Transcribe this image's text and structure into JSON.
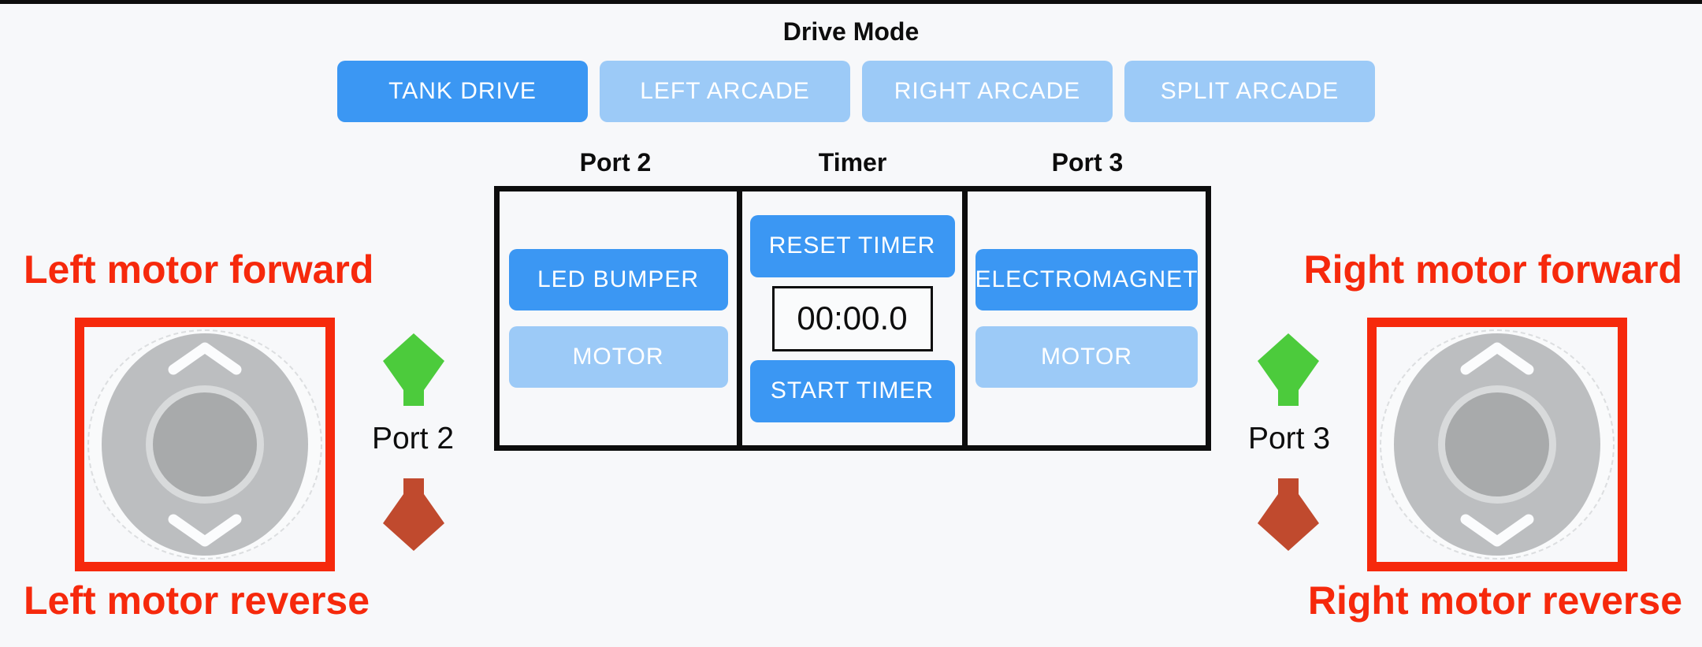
{
  "drive_mode": {
    "title": "Drive Mode",
    "buttons": [
      {
        "label": "TANK DRIVE",
        "active": true
      },
      {
        "label": "LEFT ARCADE",
        "active": false
      },
      {
        "label": "RIGHT ARCADE",
        "active": false
      },
      {
        "label": "SPLIT ARCADE",
        "active": false
      }
    ]
  },
  "panel": {
    "columns": [
      {
        "header": "Port 2",
        "buttons": [
          {
            "label": "LED BUMPER",
            "active": true
          },
          {
            "label": "MOTOR",
            "active": false
          }
        ]
      },
      {
        "header": "Timer"
      },
      {
        "header": "Port 3",
        "buttons": [
          {
            "label": "ELECTROMAGNET",
            "active": true
          },
          {
            "label": "MOTOR",
            "active": false
          }
        ]
      }
    ],
    "timer": {
      "reset_label": "RESET TIMER",
      "display": "00:00.0",
      "start_label": "START TIMER"
    }
  },
  "left_joystick": {
    "forward_label": "Left motor forward",
    "reverse_label": "Left motor reverse",
    "port_label": "Port 2"
  },
  "right_joystick": {
    "forward_label": "Right motor forward",
    "reverse_label": "Right motor reverse",
    "port_label": "Port 3"
  },
  "colors": {
    "active_blue": "#3b97f3",
    "inactive_blue": "#9ccaf7",
    "annotation_red": "#f6290c",
    "forward_green": "#4ccb3c",
    "reverse_brick": "#c04a2e",
    "background": "#f7f8fa",
    "joystick_pad_gray": "#bcbec0",
    "joystick_knob_gray": "#a8aaab"
  }
}
